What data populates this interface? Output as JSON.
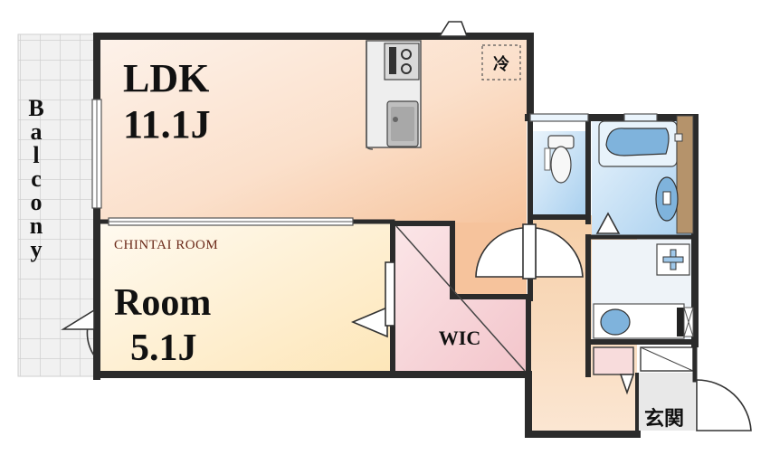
{
  "rooms": {
    "ldk_name": "LDK",
    "ldk_size": "11.1J",
    "room_name": "Room",
    "room_size": "5.1J",
    "wic": "WIC",
    "entrance": "玄関",
    "balcony": "Balcony",
    "fridge": "冷"
  },
  "brand": "CHINTAI ROOM",
  "colors": {
    "wall": "#2b2b2b",
    "ldk_warm": "#f7c9a4",
    "ldk_light": "#fdf0e6",
    "room_light": "#fff8dc",
    "room_warm": "#fde9c0",
    "wic": "#f8d9dc",
    "bath_blue": "#9fc8ea",
    "entrance_gray": "#e6e6e6",
    "hall": "#f6d2ae",
    "balcony_grid": "#d8d8d8"
  }
}
